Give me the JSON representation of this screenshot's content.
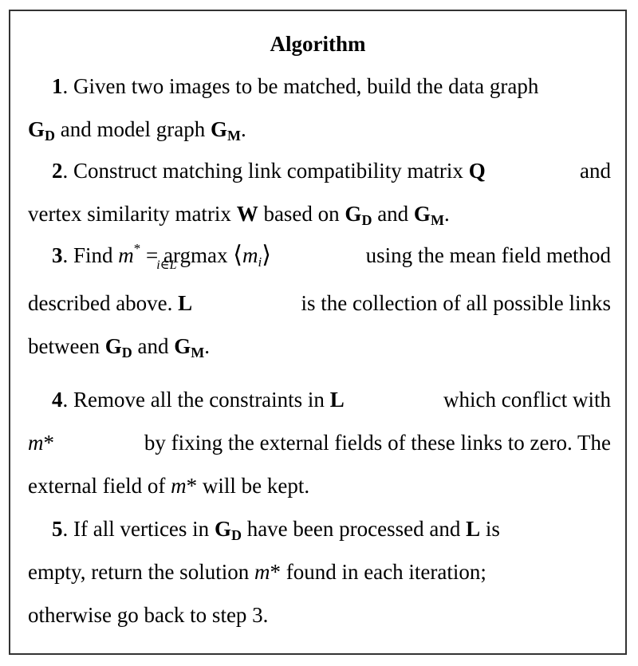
{
  "title": "Algorithm",
  "steps": [
    {
      "num": "1",
      "segments": [
        ". Given two images to be matched, build the data graph",
        "G",
        "D",
        " and model graph ",
        "G",
        "M",
        "."
      ]
    },
    {
      "num": "2",
      "segments": [
        ". Construct matching link compatibility matrix ",
        "Q",
        " and",
        "vertex similarity matrix ",
        "W",
        " based on ",
        "G",
        "D",
        " and ",
        "G",
        "M",
        "."
      ]
    },
    {
      "num": "3",
      "segments": [
        ". Find ",
        "m",
        "*",
        " = argmax",
        "i∈L",
        "m",
        "i",
        " using the mean field method",
        "described above. ",
        "L",
        " is the collection of all possible links",
        "between ",
        "G",
        "D",
        " and ",
        "G",
        "M",
        "."
      ]
    },
    {
      "num": "4",
      "segments": [
        ". Remove all the constraints in ",
        "L",
        " which conflict with",
        "m",
        "*",
        " by fixing the external fields of these links to zero. The",
        "external field of ",
        "m",
        "*",
        " will be kept."
      ]
    },
    {
      "num": "5",
      "segments": [
        ". If all vertices in ",
        "G",
        "D",
        " have been processed and ",
        "L",
        " is",
        "empty, return the solution ",
        "m",
        "*",
        " found in each iteration;",
        "otherwise go back to step 3."
      ]
    }
  ]
}
